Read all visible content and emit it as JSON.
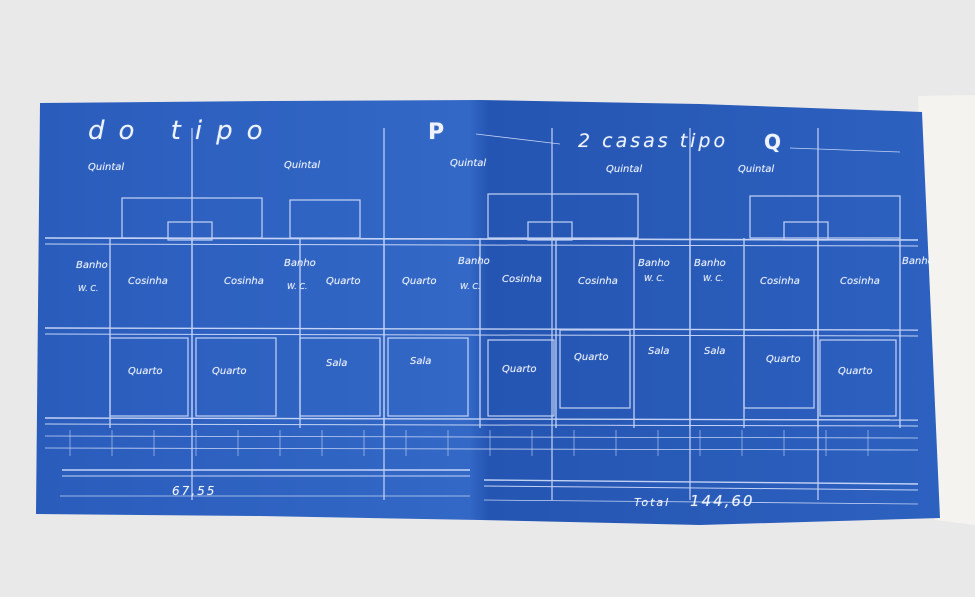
{
  "header": {
    "left_text": "do tipo",
    "left_letter": "P",
    "right_text": "2 casas tipo",
    "right_letter": "Q"
  },
  "yards": [
    "Quintal",
    "Quintal",
    "Quintal",
    "Quintal",
    "Quintal"
  ],
  "rooms": {
    "banho": "Banho",
    "wc": "W. C.",
    "cosinha": "Cosinha",
    "quarto": "Quarto",
    "sala": "Sala"
  },
  "dimensions": {
    "left_total": "67,55",
    "grand_total_label": "Total",
    "grand_total_value": "144,60"
  },
  "colors": {
    "paper_blue": "#2f64c2",
    "paper_blue_dark": "#1f4fa8",
    "line_white": "#e8efff",
    "background": "#e9e9e9"
  }
}
